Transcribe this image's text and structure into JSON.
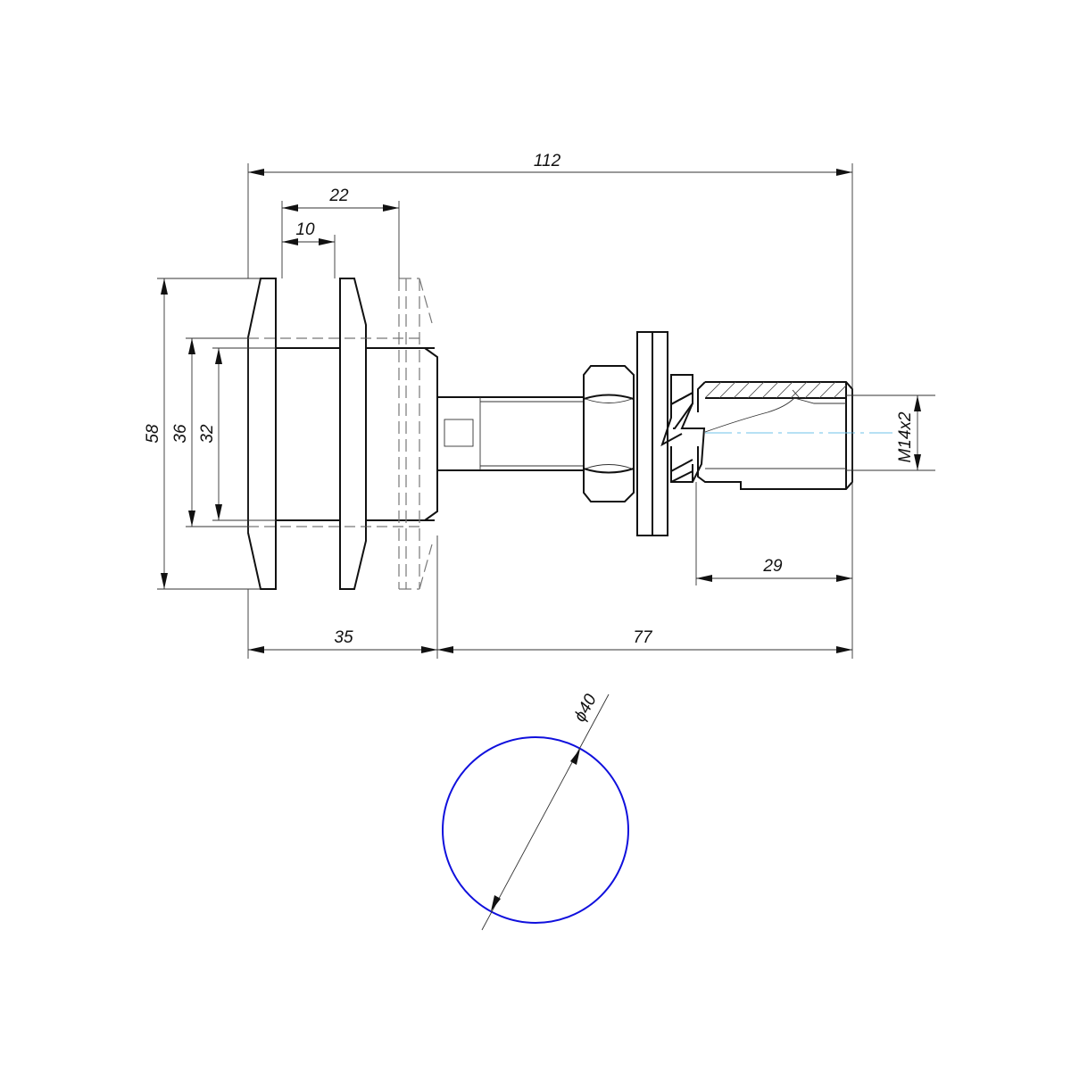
{
  "dimensions": {
    "overall_length": "112",
    "plate_span": "22",
    "plate_gap": "10",
    "outer_plate_height": "58",
    "bushing_diameter": "36",
    "inner_diameter": "32",
    "head_length": "35",
    "stud_length": "77",
    "thread_length": "29",
    "thread_spec": "M14x2",
    "disc_diameter": "ϕ40"
  },
  "colors": {
    "outline": "#111111",
    "center_line": "#6fc3e8",
    "disc": "#1010dd"
  }
}
